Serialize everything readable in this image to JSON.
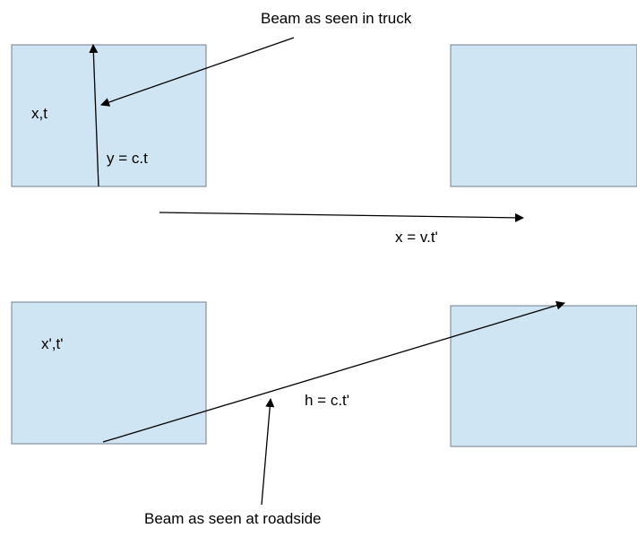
{
  "colors": {
    "box_fill": "#cfe5f4",
    "box_stroke": "#6f7f8a",
    "line": "#000000"
  },
  "labels": {
    "beam_truck": "Beam as seen in truck",
    "beam_roadside": "Beam as seen at roadside",
    "frame_truck": "x,t",
    "frame_road": "x',t'",
    "vertical_beam": "y = c.t",
    "motion": "x = v.t'",
    "diagonal_beam": "h = c.t'"
  }
}
